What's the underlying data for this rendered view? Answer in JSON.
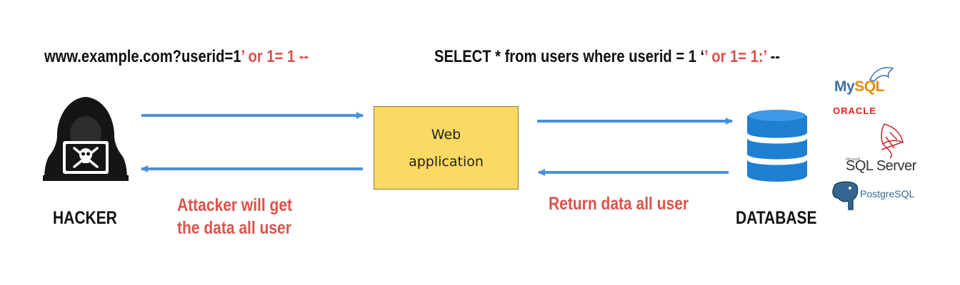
{
  "url_request": {
    "prefix": "www.example.com?userid=1",
    "injection": "’ or 1= 1 --"
  },
  "sql_query": {
    "prefix": "SELECT * from users where userid = 1 ‘",
    "injection": "’ or 1= 1:’",
    "suffix": " --"
  },
  "hacker": {
    "label": "HACKER"
  },
  "web_application": {
    "line1": "Web",
    "line2": "application"
  },
  "database": {
    "label": "DATABASE"
  },
  "captions": {
    "attacker_line1": "Attacker will get",
    "attacker_line2": "the data all user",
    "return": "Return data all user"
  },
  "db_logos": {
    "mysql_a": "My",
    "mysql_b": "SQL",
    "oracle": "ORACLE",
    "sqlserver_micro": "Microsoft",
    "sqlserver": "SQL Server",
    "postgres": "PostgreSQL"
  },
  "colors": {
    "arrow": "#4a90d9",
    "injection_red": "#d9534a",
    "webapp_fill": "#fbd962",
    "db_blue": "#1f7fd1"
  }
}
